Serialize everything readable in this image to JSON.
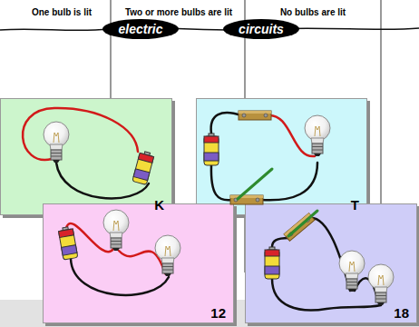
{
  "diagram": {
    "nodes": [
      {
        "text": [
          "electric"
        ]
      },
      {
        "text": [
          "circuits"
        ]
      },
      {
        "text": [
          "K"
        ]
      },
      {
        "text": [
          "T"
        ]
      },
      {
        "text": [
          "12"
        ]
      },
      {
        "text": [
          "18"
        ]
      }
    ],
    "labels": [
      "One bulb is lit",
      "Two or more bulbs are lit",
      "No bulbs are lit"
    ]
  }
}
